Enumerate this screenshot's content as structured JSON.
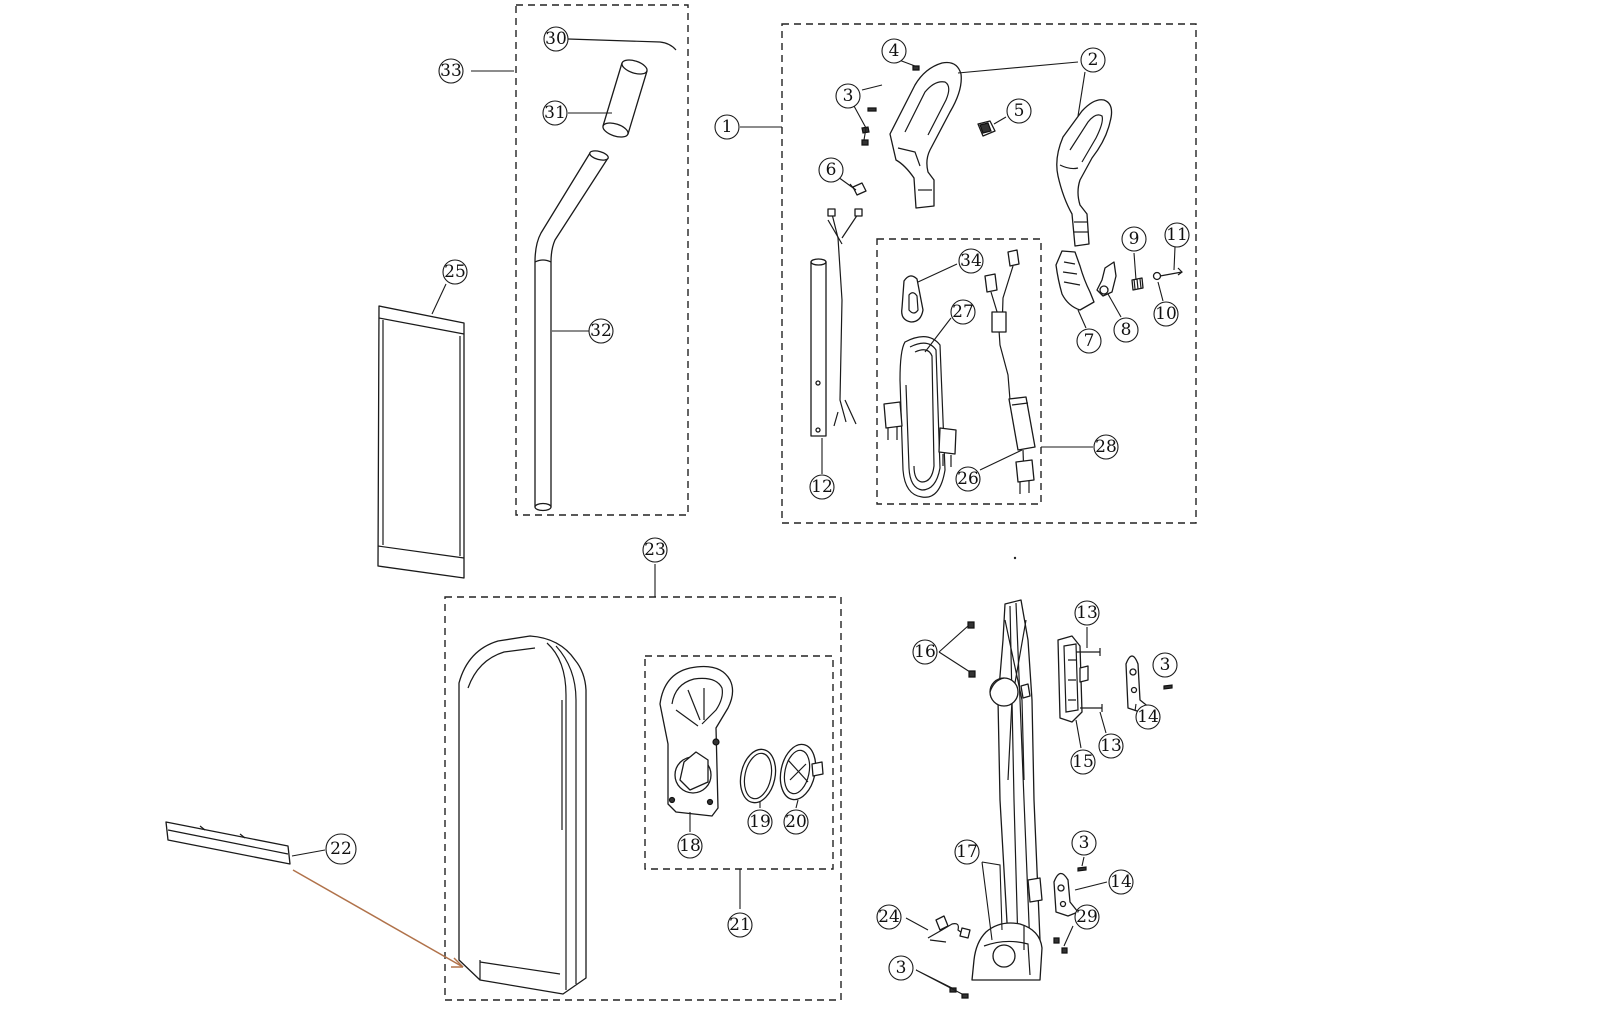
{
  "colors": {
    "stroke": "#1a1a1a",
    "background": "#ffffff",
    "arrow": "#b0724a"
  },
  "callouts": [
    {
      "id": "c30",
      "label": "30"
    },
    {
      "id": "c33",
      "label": "33"
    },
    {
      "id": "c31",
      "label": "31"
    },
    {
      "id": "c32",
      "label": "32"
    },
    {
      "id": "c25",
      "label": "25"
    },
    {
      "id": "c1",
      "label": "1"
    },
    {
      "id": "c4",
      "label": "4"
    },
    {
      "id": "c2",
      "label": "2"
    },
    {
      "id": "c3a",
      "label": "3"
    },
    {
      "id": "c5",
      "label": "5"
    },
    {
      "id": "c6",
      "label": "6"
    },
    {
      "id": "c34",
      "label": "34"
    },
    {
      "id": "c27",
      "label": "27"
    },
    {
      "id": "c9",
      "label": "9"
    },
    {
      "id": "c11",
      "label": "11"
    },
    {
      "id": "c10",
      "label": "10"
    },
    {
      "id": "c8",
      "label": "8"
    },
    {
      "id": "c7",
      "label": "7"
    },
    {
      "id": "c28",
      "label": "28"
    },
    {
      "id": "c12",
      "label": "12"
    },
    {
      "id": "c26",
      "label": "26"
    },
    {
      "id": "c23",
      "label": "23"
    },
    {
      "id": "c13a",
      "label": "13"
    },
    {
      "id": "c3b",
      "label": "3"
    },
    {
      "id": "c16",
      "label": "16"
    },
    {
      "id": "c14a",
      "label": "14"
    },
    {
      "id": "c15",
      "label": "15"
    },
    {
      "id": "c13b",
      "label": "13"
    },
    {
      "id": "c18",
      "label": "18"
    },
    {
      "id": "c19",
      "label": "19"
    },
    {
      "id": "c20",
      "label": "20"
    },
    {
      "id": "c22",
      "label": "22"
    },
    {
      "id": "c3c",
      "label": "3"
    },
    {
      "id": "c17",
      "label": "17"
    },
    {
      "id": "c14b",
      "label": "14"
    },
    {
      "id": "c21",
      "label": "21"
    },
    {
      "id": "c29",
      "label": "29"
    },
    {
      "id": "c24",
      "label": "24"
    },
    {
      "id": "c3d",
      "label": "3"
    }
  ]
}
